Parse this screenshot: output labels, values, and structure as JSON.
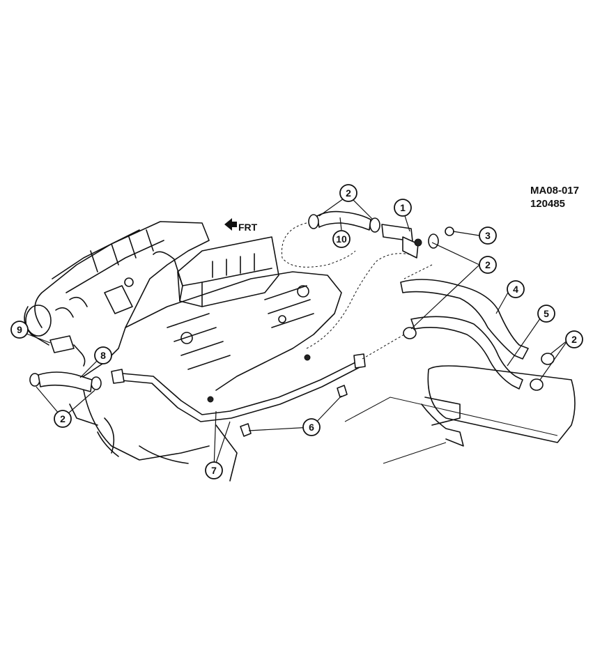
{
  "reference": {
    "code": "MA08-017",
    "date": "120485"
  },
  "direction_label": "FRT",
  "callouts": [
    "1",
    "2",
    "3",
    "4",
    "5",
    "6",
    "7",
    "8",
    "9",
    "10"
  ]
}
